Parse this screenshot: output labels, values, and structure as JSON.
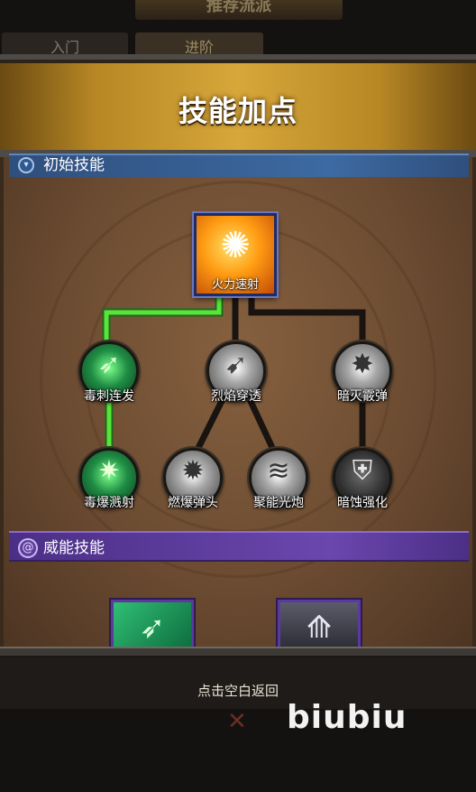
{
  "background": {
    "top_title": "推荐流派",
    "tabs": [
      "入门",
      "进阶"
    ]
  },
  "panel": {
    "title": "技能加点",
    "sections": {
      "initial": {
        "label": "初始技能",
        "icon": "chevron-down-icon"
      },
      "power": {
        "label": "威能技能",
        "icon": "swirl-icon"
      }
    },
    "core_skill": {
      "label": "火力速射",
      "icon": "gatling-icon"
    },
    "skills": [
      {
        "id": "toxic-spike",
        "label": "毒刺连发",
        "style": "green",
        "icon": "poison-missile-icon",
        "active": true
      },
      {
        "id": "flame-pierce",
        "label": "烈焰穿透",
        "style": "grey",
        "icon": "piercing-bullet-icon",
        "active": false
      },
      {
        "id": "dark-shrapnel",
        "label": "暗灭霰弹",
        "style": "grey",
        "icon": "shrapnel-burst-icon",
        "active": false
      },
      {
        "id": "toxic-burst",
        "label": "毒爆溅射",
        "style": "green",
        "icon": "toxic-burst-icon",
        "active": true
      },
      {
        "id": "burning-warhead",
        "label": "燃爆弹头",
        "style": "grey",
        "icon": "explosion-icon",
        "active": false
      },
      {
        "id": "focus-cannon",
        "label": "聚能光炮",
        "style": "grey",
        "icon": "beam-icon",
        "active": false
      },
      {
        "id": "dark-erosion",
        "label": "暗蚀强化",
        "style": "dark",
        "icon": "lightning-shield-icon",
        "active": false
      }
    ],
    "power_cards": [
      {
        "icon": "green-missile-icon"
      },
      {
        "icon": "silver-spikes-icon"
      }
    ]
  },
  "footer": {
    "close_hint": "点击空白返回",
    "watermark": "biubiu"
  },
  "colors": {
    "active_path": "#59e43a",
    "inactive_path": "#1a1410",
    "initial_bar": "#3d6aa2",
    "power_bar": "#6a47ad",
    "header_gold": "#d7a73a"
  }
}
